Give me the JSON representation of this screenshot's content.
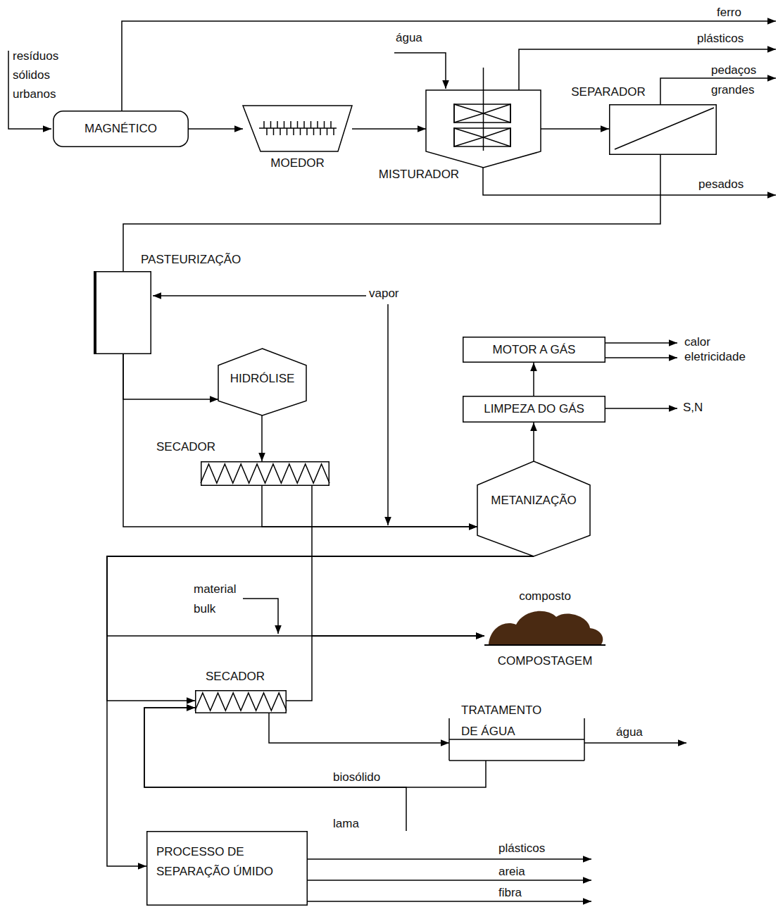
{
  "diagram": {
    "nodes": [
      {
        "text": [
          "MAGNÉTICO"
        ]
      },
      {
        "text": [
          "MOEDOR"
        ]
      },
      {
        "text": [
          "MISTURADOR"
        ]
      },
      {
        "text": [
          "SEPARADOR"
        ]
      },
      {
        "text": [
          "PASTEURIZAÇÃO"
        ]
      },
      {
        "text": [
          "HIDRÓLISE"
        ]
      },
      {
        "text": [
          "SECADOR"
        ]
      },
      {
        "text": [
          "METANIZAÇÃO"
        ]
      },
      {
        "text": [
          "LIMPEZA DO GÁS"
        ]
      },
      {
        "text": [
          "MOTOR A GÁS"
        ]
      },
      {
        "text": [
          "composto",
          "COMPOSTAGEM"
        ]
      },
      {
        "text": [
          "SECADOR"
        ]
      },
      {
        "text": [
          "TRATAMENTO DE ÁGUA"
        ]
      },
      {
        "text": [
          "PROCESSO DE SEPARAÇÃO ÚMIDO"
        ]
      }
    ],
    "edges": [
      {
        "from": 0,
        "to": 1,
        "arrow": "to"
      },
      {
        "from": 1,
        "to": 2,
        "arrow": "to"
      },
      {
        "from": 2,
        "to": 3,
        "arrow": "to"
      },
      {
        "from": 3,
        "to": 4,
        "arrow": "none"
      },
      {
        "from": 4,
        "to": 5,
        "arrow": "to"
      },
      {
        "from": 4,
        "to": 7,
        "arrow": "to"
      },
      {
        "from": 5,
        "to": 6,
        "arrow": "to"
      },
      {
        "from": 6,
        "to": 7,
        "arrow": "to"
      },
      {
        "from": 6,
        "to": 10,
        "arrow": "to"
      },
      {
        "from": 7,
        "to": 8,
        "arrow": "to"
      },
      {
        "from": 8,
        "to": 9,
        "arrow": "to"
      },
      {
        "from": 7,
        "to": 10,
        "arrow": "to"
      },
      {
        "from": 7,
        "to": 11,
        "arrow": "to"
      },
      {
        "from": 7,
        "to": 13,
        "arrow": "to"
      },
      {
        "from": 11,
        "to": 10,
        "arrow": "to"
      },
      {
        "from": 11,
        "to": 12,
        "arrow": "to"
      },
      {
        "from": 12,
        "to": 11,
        "label": "biosólido",
        "arrow": "to"
      },
      {
        "from": 13,
        "to": 11,
        "label": "lama",
        "arrow": "to"
      }
    ],
    "labels": [
      "resíduos sólidos urbanos",
      "ferro",
      "água",
      "plásticos",
      "pedaços grandes",
      "pesados",
      "vapor",
      "calor",
      "eletricidade",
      "S,N",
      "material bulk",
      "água",
      "plásticos",
      "areia",
      "fibra"
    ]
  }
}
